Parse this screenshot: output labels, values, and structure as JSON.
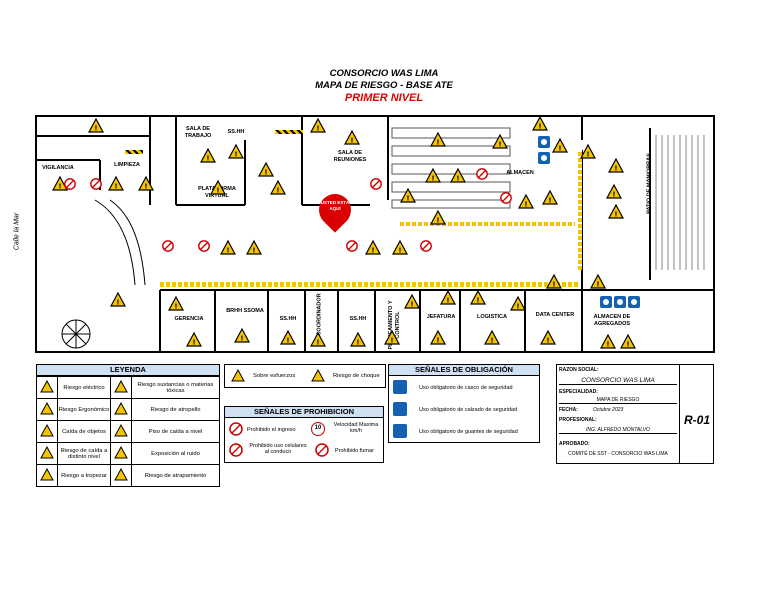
{
  "header": {
    "line1": "CONSORCIO WAS LIMA",
    "line2": "MAPA DE RIESGO - BASE ATE",
    "line3": "PRIMER NIVEL"
  },
  "street": "Calle la Mar",
  "rooms": {
    "vigilancia": "VIGILANCIA",
    "limpieza": "LIMPIEZA",
    "sala_trabajo": "SALA DE TRABAJO",
    "sshh_top": "SS.HH",
    "plataforma": "PLATAFORMA VIRTUAL",
    "sala_reuniones": "SALA DE REUNIONES",
    "almacen": "ALMACEN",
    "patio": "PATIO DE MANIOBRAS",
    "gerencia": "GERENCIA",
    "brhh": "BRHH SSOMA",
    "sshh_b1": "SS.HH",
    "coordinador": "OF. COORDINADOR",
    "sshh_b2": "SS.HH",
    "planeamiento": "PLANEAMIENTO Y CONTROL",
    "jefatura": "JEFATURA",
    "logistica": "LOGISTICA",
    "data_center": "DATA CENTER",
    "almacen_agregados": "ALMACEN DE AGREGADOS"
  },
  "you_are_here": "USTED ESTÁ AQUÍ",
  "legend": {
    "title": "LEYENDA",
    "rows": [
      [
        "Riesgo eléctrico",
        "Riesgo sustancias o materias tóxicas"
      ],
      [
        "Riesgo Ergonómico",
        "Riesgo de atropello"
      ],
      [
        "Caída de objetos",
        "Piso de caída a nivel"
      ],
      [
        "Riesgo de caída a distinto nivel",
        "Exposición al ruido"
      ],
      [
        "Riesgo a tropezar",
        "Riesgo de atrapamiento"
      ]
    ]
  },
  "extra": {
    "esfuerzos": "Sobre esfuerzos",
    "choque": "Riesgo de choque"
  },
  "prohibicion": {
    "title": "SEÑALES DE PROHIBICION",
    "items": [
      "Prohibido el ingreso",
      "Velocidad Maxima km/h",
      "Prohibido uso celulares al conducir",
      "Prohibido fumar"
    ],
    "speed": "10"
  },
  "obligacion": {
    "title": "SEÑALES DE OBLIGACIÓN",
    "items": [
      "Uso obligatorio de casco de seguridad",
      "Uso obligatorio de calzado de seguridad",
      "Uso obligatorio de guantes de seguridad"
    ]
  },
  "titleblock": {
    "razon_label": "RAZON SOCIAL:",
    "razon": "CONSORCIO WAS LIMA",
    "esp_label": "ESPECIALIDAD:",
    "esp": "MAPA DE RIESGO",
    "fecha_label": "FECHA:",
    "fecha": "Octubre 2023",
    "prof_label": "PROFESIONAL:",
    "prof": "ING. ALFREDO MONTALVO",
    "aprob_label": "APROBADO:",
    "aprob": "COMITÉ DE SST - CONSORCIO WAS LIMA",
    "code": "R-01"
  },
  "colors": {
    "warning": "#f5c400",
    "prohibit": "#c00000",
    "mandatory": "#1660b0",
    "legend_head": "#cfe0f2"
  }
}
